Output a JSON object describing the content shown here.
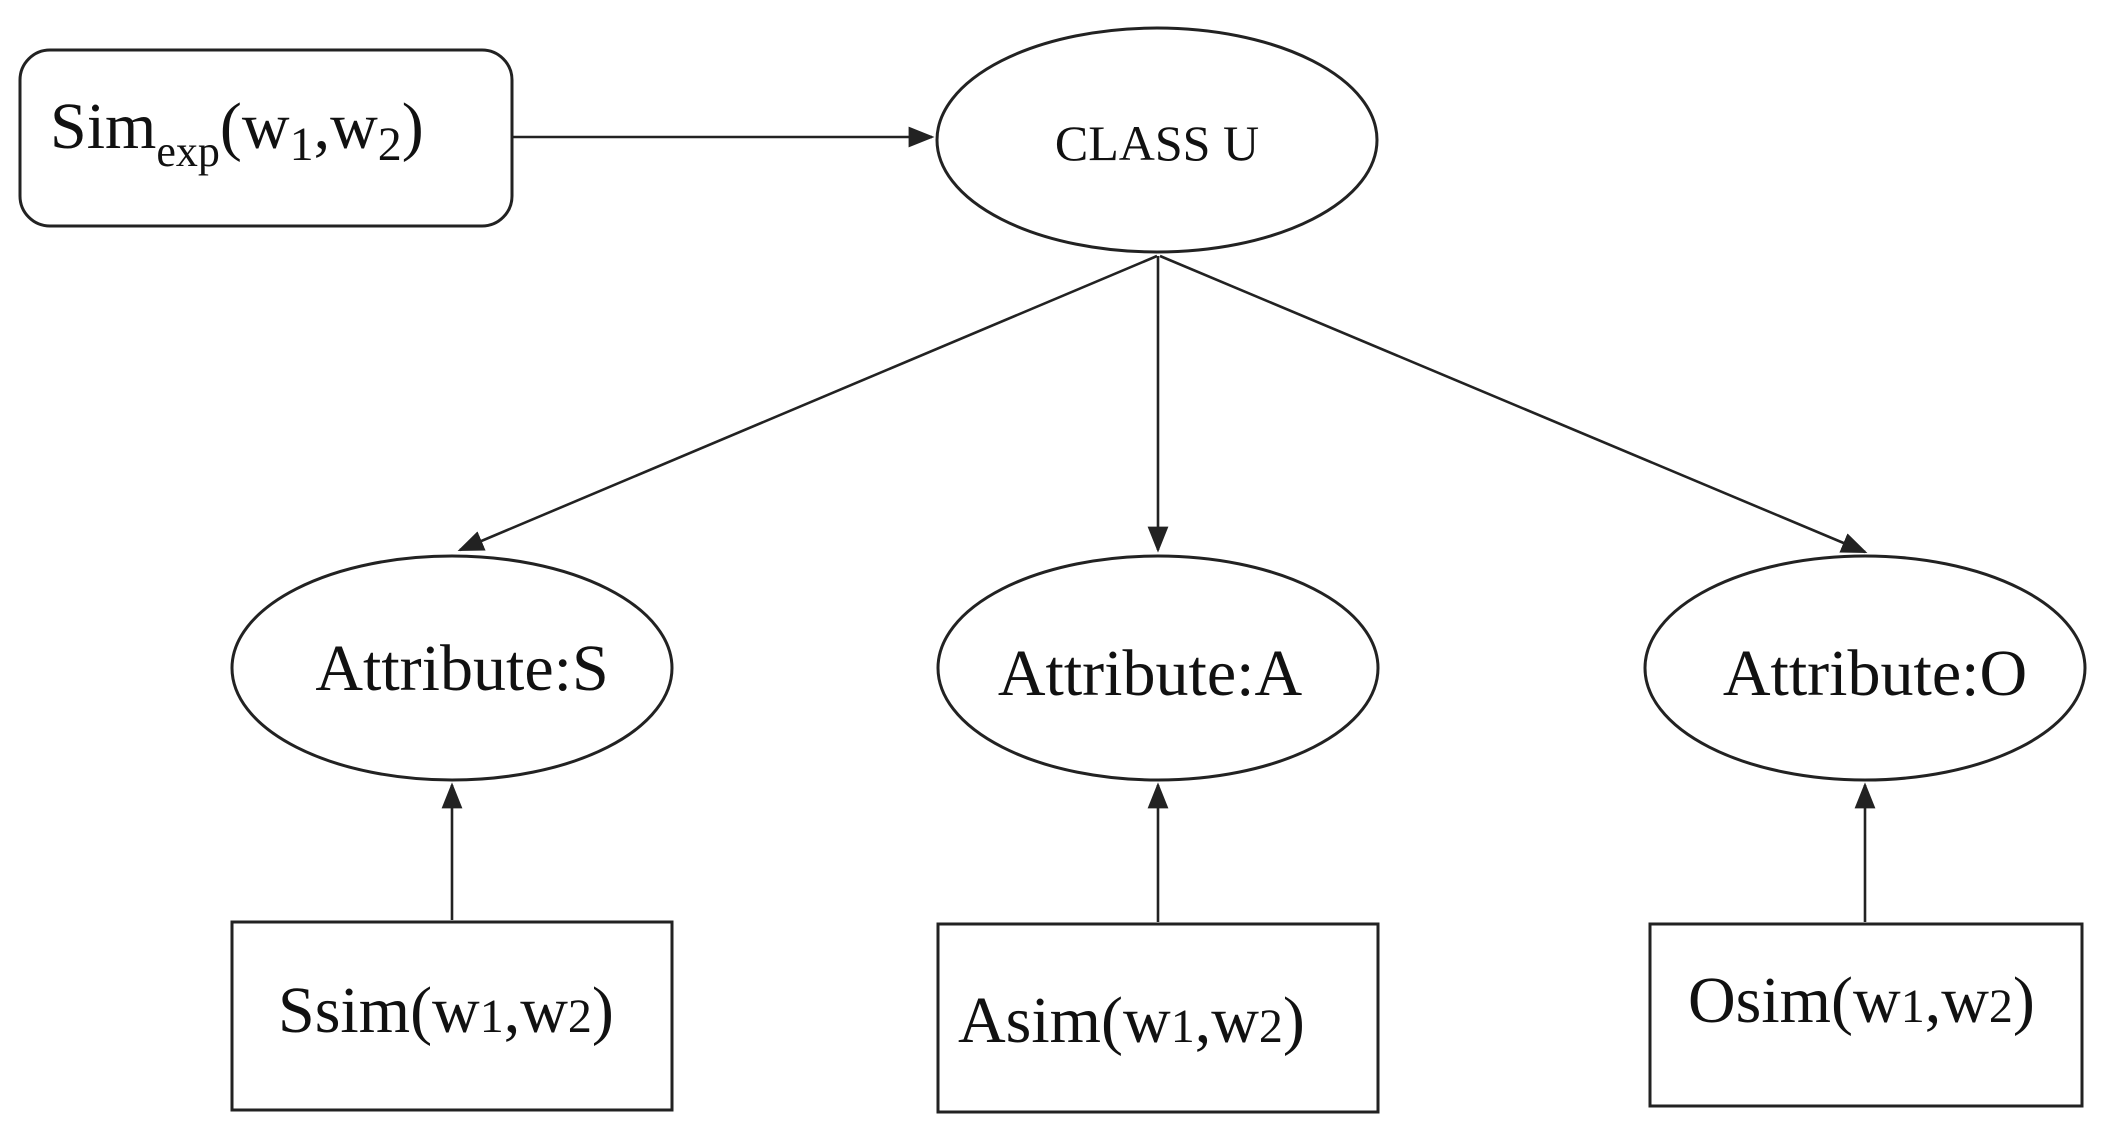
{
  "nodes": {
    "sim_exp": {
      "base": "Sim",
      "sub": "exp",
      "open": "(w",
      "s1": "1",
      "comma": ",w",
      "s2": "2",
      "close": ")"
    },
    "class_u": {
      "label": "CLASS U"
    },
    "attr_s": {
      "label": "Attribute:S"
    },
    "attr_a": {
      "label": "Attribute:A"
    },
    "attr_o": {
      "label": "Attribute:O"
    },
    "ssim": {
      "base": "Ssim",
      "open": "(w",
      "s1": "1",
      "comma": ",w",
      "s2": "2",
      "close": ")"
    },
    "asim": {
      "base": "Asim",
      "open": "(w",
      "s1": "1",
      "comma": ",w",
      "s2": "2",
      "close": ")"
    },
    "osim": {
      "base": "Osim",
      "open": "(w",
      "s1": "1",
      "comma": ",w",
      "s2": "2",
      "close": ")"
    }
  },
  "edges": [
    {
      "from": "sim_exp",
      "to": "class_u"
    },
    {
      "from": "class_u",
      "to": "attr_s"
    },
    {
      "from": "class_u",
      "to": "attr_a"
    },
    {
      "from": "class_u",
      "to": "attr_o"
    },
    {
      "from": "ssim",
      "to": "attr_s"
    },
    {
      "from": "asim",
      "to": "attr_a"
    },
    {
      "from": "osim",
      "to": "attr_o"
    }
  ],
  "colors": {
    "stroke": "#222222",
    "text": "#111111",
    "background": "#ffffff"
  }
}
